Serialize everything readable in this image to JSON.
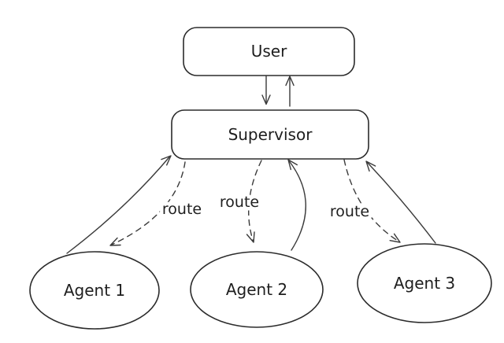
{
  "diagram": {
    "type": "flowchart",
    "background_color": "#ffffff",
    "stroke_color": "#2b2b2b",
    "text_color": "#1e1e1e",
    "nodes": [
      {
        "id": "user",
        "label": "User",
        "shape": "rounded-rect"
      },
      {
        "id": "supervisor",
        "label": "Supervisor",
        "shape": "rounded-rect"
      },
      {
        "id": "agent1",
        "label": "Agent 1",
        "shape": "ellipse"
      },
      {
        "id": "agent2",
        "label": "Agent 2",
        "shape": "ellipse"
      },
      {
        "id": "agent3",
        "label": "Agent 3",
        "shape": "ellipse"
      }
    ],
    "edges": [
      {
        "from": "user",
        "to": "supervisor",
        "style": "solid",
        "label": ""
      },
      {
        "from": "supervisor",
        "to": "user",
        "style": "solid",
        "label": ""
      },
      {
        "from": "agent1",
        "to": "supervisor",
        "style": "solid",
        "label": ""
      },
      {
        "from": "supervisor",
        "to": "agent1",
        "style": "dashed",
        "label": "route"
      },
      {
        "from": "supervisor",
        "to": "agent2",
        "style": "dashed",
        "label": "route"
      },
      {
        "from": "agent2",
        "to": "supervisor",
        "style": "solid",
        "label": ""
      },
      {
        "from": "supervisor",
        "to": "agent3",
        "style": "dashed",
        "label": "route"
      },
      {
        "from": "agent3",
        "to": "supervisor",
        "style": "solid",
        "label": ""
      }
    ]
  }
}
